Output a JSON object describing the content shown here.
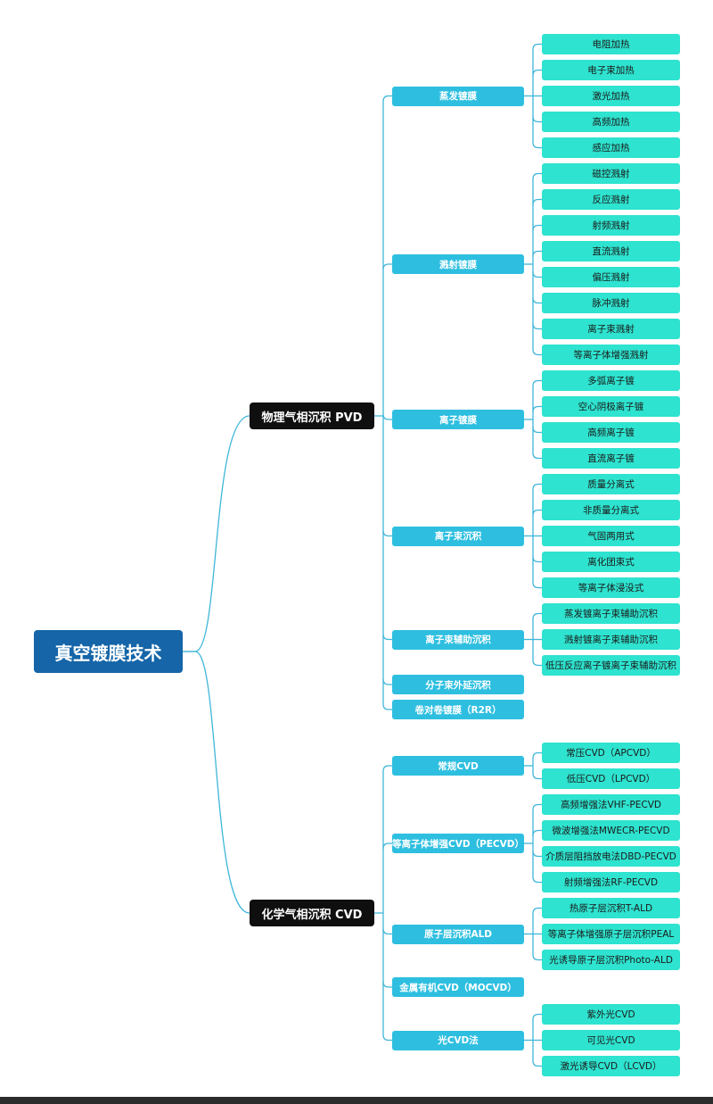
{
  "root": "真空镀膜技术",
  "branches": [
    {
      "label": "物理气相沉积 PVD",
      "children": [
        {
          "label": "蒸发镀膜",
          "leaves": [
            "电阻加热",
            "电子束加热",
            "激光加热",
            "高频加热",
            "感应加热"
          ]
        },
        {
          "label": "溅射镀膜",
          "leaves": [
            "磁控溅射",
            "反应溅射",
            "射频溅射",
            "直流溅射",
            "偏压溅射",
            "脉冲溅射",
            "离子束溅射",
            "等离子体增强溅射"
          ]
        },
        {
          "label": "离子镀膜",
          "leaves": [
            "多弧离子镀",
            "空心阴极离子镀",
            "高频离子镀",
            "直流离子镀"
          ]
        },
        {
          "label": "离子束沉积",
          "leaves": [
            "质量分离式",
            "非质量分离式",
            "气固两用式",
            "离化团束式",
            "等离子体浸没式"
          ]
        },
        {
          "label": "离子束辅助沉积",
          "leaves": [
            "蒸发镀离子束辅助沉积",
            "溅射镀离子束辅助沉积",
            "低压反应离子镀离子束辅助沉积"
          ]
        },
        {
          "label": "分子束外延沉积",
          "leaves": []
        },
        {
          "label": "卷对卷镀膜（R2R）",
          "leaves": []
        }
      ]
    },
    {
      "label": "化学气相沉积 CVD",
      "children": [
        {
          "label": "常规CVD",
          "leaves": [
            "常压CVD（APCVD）",
            "低压CVD（LPCVD）"
          ]
        },
        {
          "label": "等离子体增强CVD（PECVD）",
          "leaves": [
            "高频增强法VHF-PECVD",
            "微波增强法MWECR-PECVD",
            "介质层阻挡放电法DBD-PECVD",
            "射频增强法RF-PECVD"
          ]
        },
        {
          "label": "原子层沉积ALD",
          "leaves": [
            "热原子层沉积T-ALD",
            "等离子体增强原子层沉积PEAL",
            "光诱导原子层沉积Photo-ALD"
          ]
        },
        {
          "label": "金属有机CVD（MOCVD）",
          "leaves": []
        },
        {
          "label": "光CVD法",
          "leaves": [
            "紫外光CVD",
            "可见光CVD",
            "激光诱导CVD（LCVD）"
          ]
        }
      ]
    }
  ],
  "colors": {
    "root": "#1565a8",
    "level1": "#0f0f0f",
    "level2": "#2ebfe0",
    "level3": "#2ee3cf",
    "line": "#3fb6d9"
  }
}
